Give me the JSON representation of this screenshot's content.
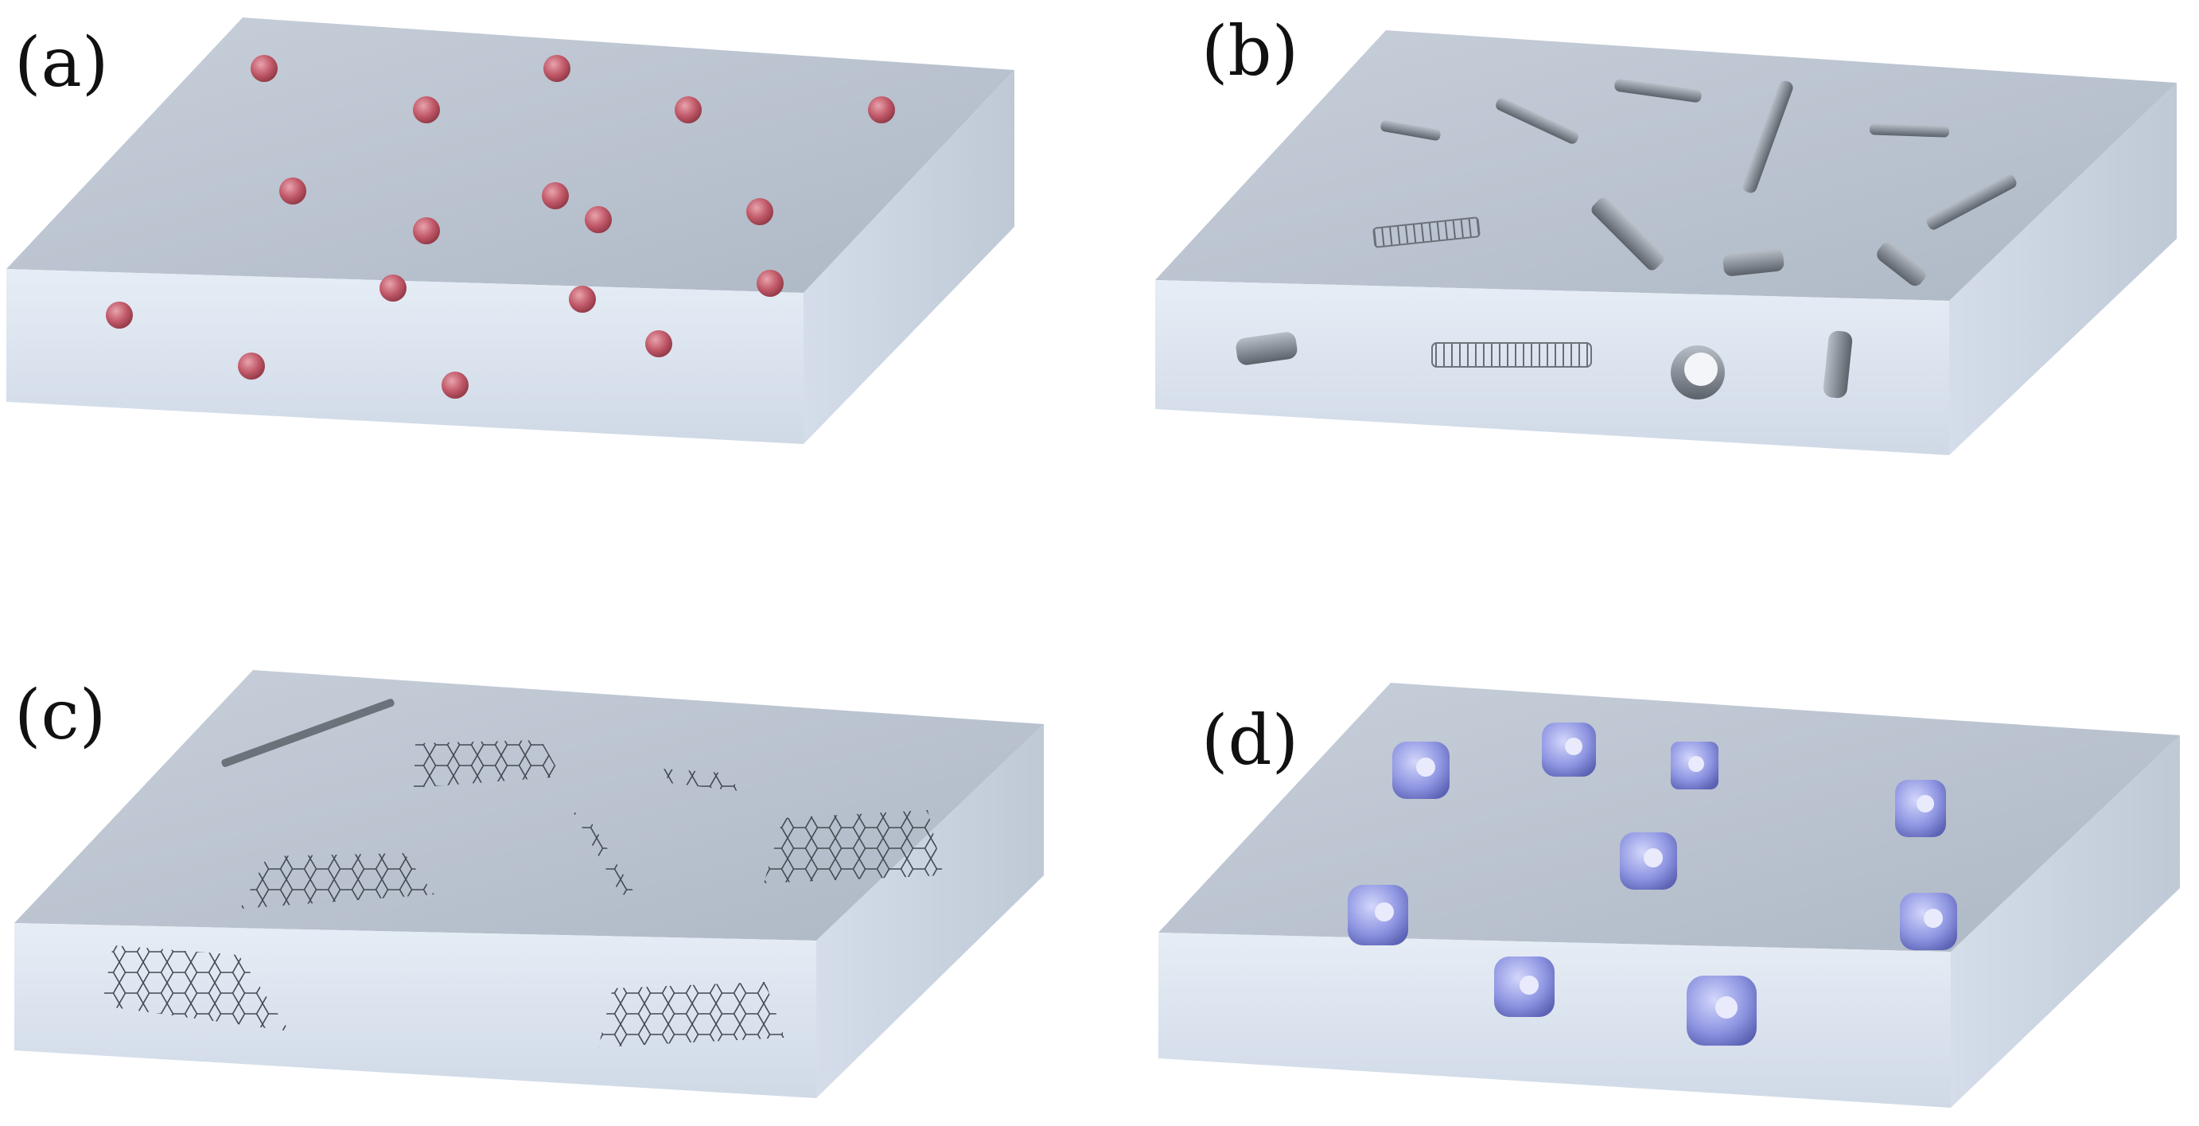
{
  "figure": {
    "panels": [
      {
        "id": "a",
        "label": "(a)",
        "filler": "nanoparticles"
      },
      {
        "id": "b",
        "label": "(b)",
        "filler": "nanotubes"
      },
      {
        "id": "c",
        "label": "(c)",
        "filler": "graphene-sheets"
      },
      {
        "id": "d",
        "label": "(d)",
        "filler": "cage-particles"
      }
    ],
    "colors": {
      "slab_top": "#b9c3cf",
      "slab_front": "#d8e2ee",
      "slab_side": "#c5cfdb",
      "particle": "#c25a6a",
      "tube": "#8a9099",
      "graphene": "#444a52",
      "cage": "#8f96e2"
    }
  }
}
